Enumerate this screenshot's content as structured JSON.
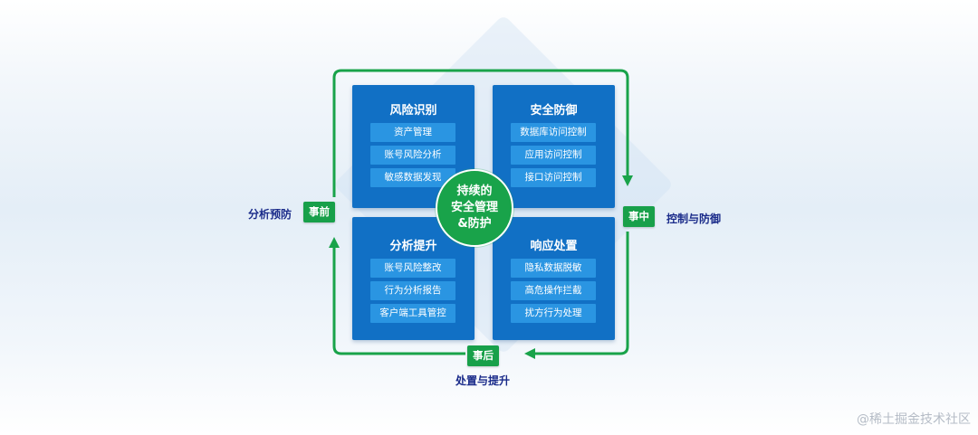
{
  "colors": {
    "quadrant": "#1170c5",
    "pill": "#2a95e2",
    "core": "#19a34a",
    "cycle": "#19a34a",
    "phase_text": "#1a2b8a"
  },
  "core": {
    "lines": [
      "持续的",
      "安全管理",
      "&防护"
    ]
  },
  "quadrants": {
    "risk": {
      "title": "风险识别",
      "items": [
        "资产管理",
        "账号风险分析",
        "敏感数据发现"
      ]
    },
    "defense": {
      "title": "安全防御",
      "items": [
        "数据库访问控制",
        "应用访问控制",
        "接口访问控制"
      ]
    },
    "analysis": {
      "title": "分析提升",
      "items": [
        "账号风险整改",
        "行为分析报告",
        "客户端工具管控"
      ]
    },
    "response": {
      "title": "响应处置",
      "items": [
        "隐私数据脱敏",
        "高危操作拦截",
        "扰方行为处理"
      ]
    }
  },
  "phases": {
    "before": {
      "badge": "事前",
      "label": "分析预防"
    },
    "during": {
      "badge": "事中",
      "label": "控制与防御"
    },
    "after": {
      "badge": "事后",
      "label": "处置与提升"
    }
  },
  "watermark": "@稀土掘金技术社区"
}
